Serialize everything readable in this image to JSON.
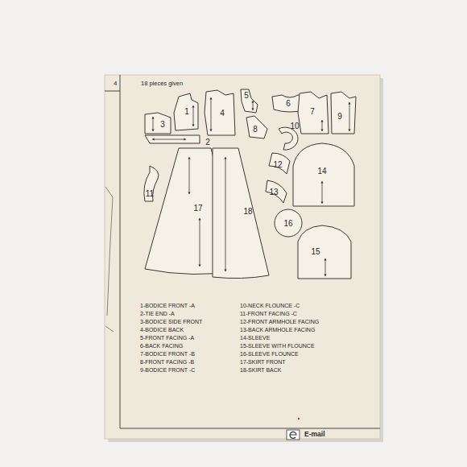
{
  "diagram": {
    "labels": [
      "4",
      "18 pieces given",
      "1",
      "3",
      "4",
      "5",
      "6",
      "7",
      "9",
      "8",
      "10",
      "2",
      "12",
      "11",
      "13",
      "14",
      "17",
      "18",
      "16",
      "15",
      "1-BODICE FRONT -A",
      "2-TIE END -A",
      "3-BODICE SIDE FRONT",
      "4-BODICE BACK",
      "5-FRONT FACING -A",
      "6-BACK FACING",
      "7-BODICE FRONT -B",
      "8-FRONT FACING -B",
      "9-BODICE FRONT -C",
      "10-NECK FLOUNCE -C",
      "11-FRONT FACING -C",
      "12-FRONT ARMHOLE FACING",
      "13-BACK ARMHOLE FACING",
      "14-SLEEVE",
      "15-SLEEVE WITH FLOUNCE",
      "16-SLEEVE FLOUNCE",
      "17-SKIRT FRONT",
      "18-SKIRT BACK",
      "E-mail"
    ]
  }
}
